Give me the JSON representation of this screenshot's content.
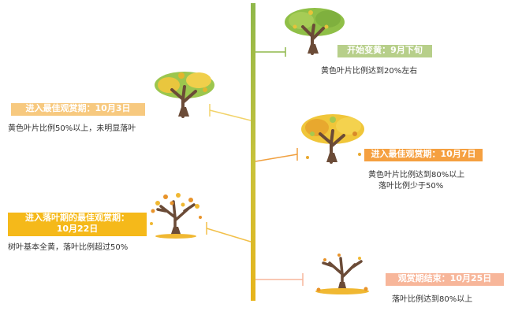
{
  "colors": {
    "spine_top": "#8fb84a",
    "spine_bottom": "#e8b41a",
    "stage_1": "#b7cf8a",
    "stage_2": "#f7c97f",
    "stage_3": "#f5a040",
    "stage_4": "#f5b91a",
    "stage_5": "#f7b69a"
  },
  "stages": [
    {
      "label": "开始变黄：9月下旬",
      "desc": "黄色叶片比例达到20%左右"
    },
    {
      "label": "进入最佳观赏期：10月3日",
      "desc": "黄色叶片比例50%以上，未明显落叶"
    },
    {
      "label": "进入最佳观赏期：10月7日",
      "desc_line1": "黄色叶片比例达到80%以上",
      "desc_line2": "落叶比例少于50%"
    },
    {
      "label_line1": "进入落叶期的最佳观赏期：",
      "label_line2": "10月22日",
      "desc": "树叶基本全黄，落叶比例超过50%"
    },
    {
      "label": "观赏期结束：10月25日",
      "desc": "落叶比例达到80%以上"
    }
  ]
}
